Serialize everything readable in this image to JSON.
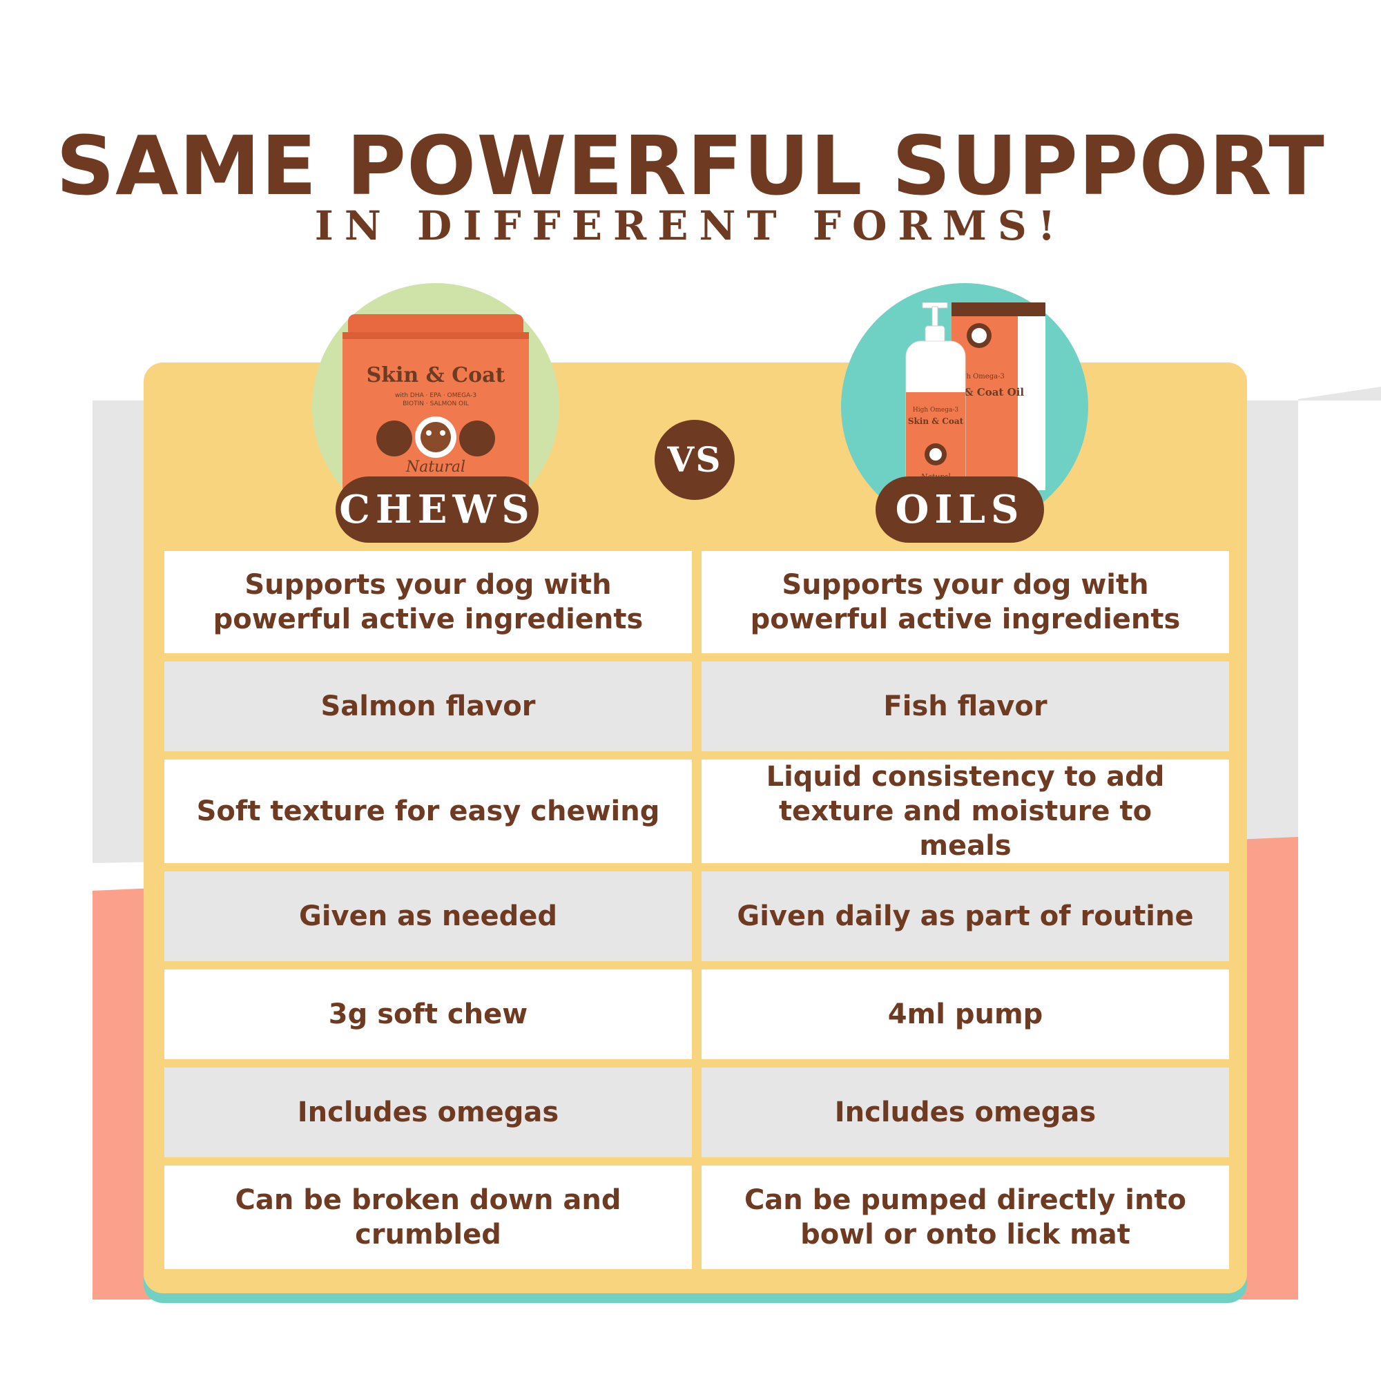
{
  "headline": {
    "title": "SAME POWERFUL SUPPORT",
    "subtitle": "IN DIFFERENT FORMS!"
  },
  "colors": {
    "brown": "#6e3a22",
    "panel_yellow": "#f8d47e",
    "teal": "#6fd1c4",
    "light_green": "#cfe3a8",
    "salmon": "#fba08a",
    "gray_band": "#e6e6e6",
    "product_orange": "#f07a4e"
  },
  "products": {
    "left": {
      "label": "CHEWS",
      "image_text": {
        "title": "Skin & Coat",
        "line": "with DHA · EPA · OMEGA-3",
        "line2": "BIOTIN · SALMON OIL",
        "brand": "Natural"
      }
    },
    "right": {
      "label": "OILS",
      "image_text": {
        "bottle_title": "Skin & Coat",
        "bottle_sub": "High Omega-3",
        "box_title": "Skin & Coat Oil",
        "brand": "Natural"
      }
    },
    "vs_label": "VS"
  },
  "comparison": {
    "rows": [
      {
        "left": "Supports your dog with powerful active ingredients",
        "right": "Supports your dog with powerful active ingredients"
      },
      {
        "left": "Salmon flavor",
        "right": "Fish flavor"
      },
      {
        "left": "Soft texture for easy chewing",
        "right": "Liquid consistency to add texture and moisture to meals"
      },
      {
        "left": "Given as needed",
        "right": "Given daily as part of routine"
      },
      {
        "left": "3g soft chew",
        "right": "4ml pump"
      },
      {
        "left": "Includes omegas",
        "right": "Includes omegas"
      },
      {
        "left": "Can be broken down and crumbled",
        "right": "Can be pumped directly into bowl or onto lick mat"
      }
    ]
  }
}
